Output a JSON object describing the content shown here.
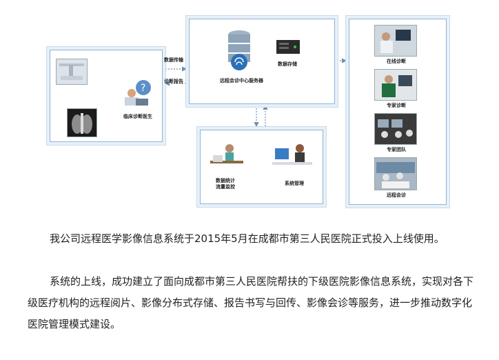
{
  "diagram": {
    "clinic": {
      "doctor_label": "临床诊断医生"
    },
    "arrows": {
      "data_transfer": "数据传输",
      "diagnosis_report": "诊断报告"
    },
    "server": {
      "server_label": "远程会诊中心服务器",
      "storage_label": "数据存储"
    },
    "monitor": {
      "stats_label_line1": "数据统计",
      "stats_label_line2": "流量监控",
      "mgmt_label": "系统管理"
    },
    "services": [
      {
        "label": "在线诊断"
      },
      {
        "label": "专家诊断"
      },
      {
        "label": "专家团队"
      },
      {
        "label": "远程会诊"
      }
    ]
  },
  "text": {
    "paragraph1": "我公司远程医学影像信息系统于2015年5月在成都市第三人民医院正式投入上线使用。",
    "paragraph2": "系统的上线，成功建立了面向成都市第三人民医院帮扶的下级医院影像信息系统，实现对各下级医疗机构的远程阅片、影像分布式存储、报告书写与回传、影像会诊等服务，进一步推动数字化医院管理模式建设。"
  }
}
